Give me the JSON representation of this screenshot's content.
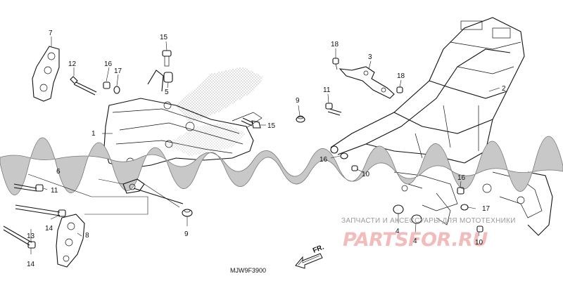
{
  "diagram": {
    "code": "MJW9F3900",
    "direction_label": "FR.",
    "watermark": {
      "tagline": "ЗАПЧАСТИ И АКСЕССУАРЫ ДЛЯ МОТОТЕХНИКИ",
      "brand": "PARTSFOR.RU"
    },
    "callouts": [
      {
        "id": "c7",
        "text": "7"
      },
      {
        "id": "c15a",
        "text": "15"
      },
      {
        "id": "c12",
        "text": "12"
      },
      {
        "id": "c16a",
        "text": "16"
      },
      {
        "id": "c17a",
        "text": "17"
      },
      {
        "id": "c5",
        "text": "5"
      },
      {
        "id": "c1",
        "text": "1"
      },
      {
        "id": "c15b",
        "text": "15"
      },
      {
        "id": "c9a",
        "text": "9"
      },
      {
        "id": "c11a",
        "text": "11"
      },
      {
        "id": "c18a",
        "text": "18"
      },
      {
        "id": "c3",
        "text": "3"
      },
      {
        "id": "c18b",
        "text": "18"
      },
      {
        "id": "c2",
        "text": "2"
      },
      {
        "id": "c16b",
        "text": "16"
      },
      {
        "id": "c10a",
        "text": "10"
      },
      {
        "id": "c6",
        "text": "6"
      },
      {
        "id": "c11b",
        "text": "11"
      },
      {
        "id": "c14a",
        "text": "14"
      },
      {
        "id": "c13",
        "text": "13"
      },
      {
        "id": "c14b",
        "text": "14"
      },
      {
        "id": "c8",
        "text": "8"
      },
      {
        "id": "c9b",
        "text": "9"
      },
      {
        "id": "c4a",
        "text": "4"
      },
      {
        "id": "c4b",
        "text": "4"
      },
      {
        "id": "c16c",
        "text": "16"
      },
      {
        "id": "c17b",
        "text": "17"
      },
      {
        "id": "c10b",
        "text": "10"
      }
    ]
  }
}
